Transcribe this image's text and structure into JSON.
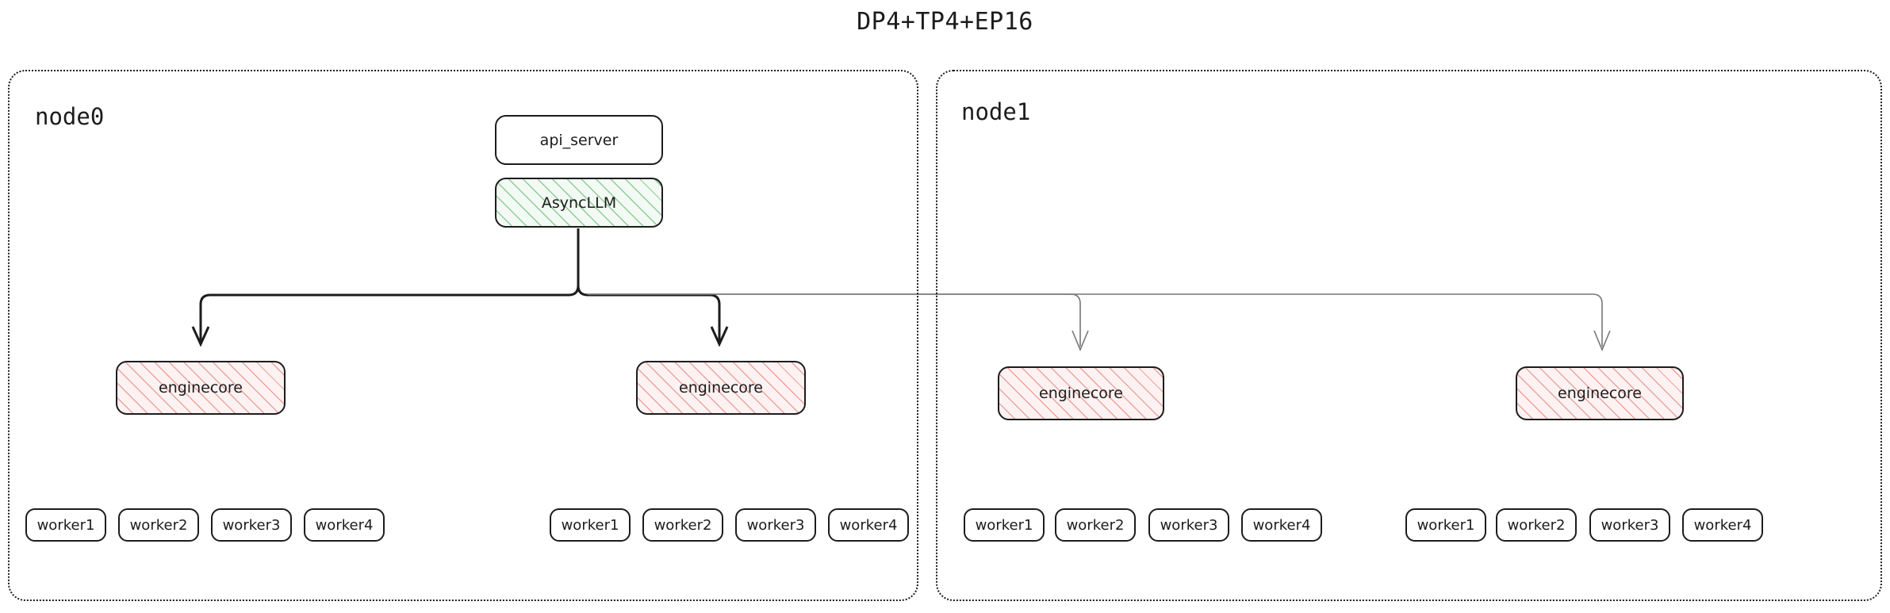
{
  "title": "DP4+TP4+EP16",
  "colors": {
    "ink": "#1c1c1c",
    "engine_hatch": "#e88f8f",
    "engine_fill": "#fdf2f2",
    "async_hatch": "#7bc489",
    "async_fill": "#f3faf4",
    "edge_strong": "#1c1c1c",
    "edge_light": "#777777",
    "background": "#ffffff"
  },
  "nodes": [
    {
      "id": "node0",
      "label": "node0",
      "boxes": {
        "api_server": {
          "label": "api_server"
        },
        "async_llm": {
          "label": "AsyncLLM"
        }
      },
      "enginecores": [
        {
          "label": "enginecore"
        },
        {
          "label": "enginecore"
        }
      ],
      "worker_groups": [
        {
          "workers": [
            {
              "label": "worker1"
            },
            {
              "label": "worker2"
            },
            {
              "label": "worker3"
            },
            {
              "label": "worker4"
            }
          ]
        },
        {
          "workers": [
            {
              "label": "worker1"
            },
            {
              "label": "worker2"
            },
            {
              "label": "worker3"
            },
            {
              "label": "worker4"
            }
          ]
        }
      ]
    },
    {
      "id": "node1",
      "label": "node1",
      "enginecores": [
        {
          "label": "enginecore"
        },
        {
          "label": "enginecore"
        }
      ],
      "worker_groups": [
        {
          "workers": [
            {
              "label": "worker1"
            },
            {
              "label": "worker2"
            },
            {
              "label": "worker3"
            },
            {
              "label": "worker4"
            }
          ]
        },
        {
          "workers": [
            {
              "label": "worker1"
            },
            {
              "label": "worker2"
            },
            {
              "label": "worker3"
            },
            {
              "label": "worker4"
            }
          ]
        }
      ]
    }
  ]
}
